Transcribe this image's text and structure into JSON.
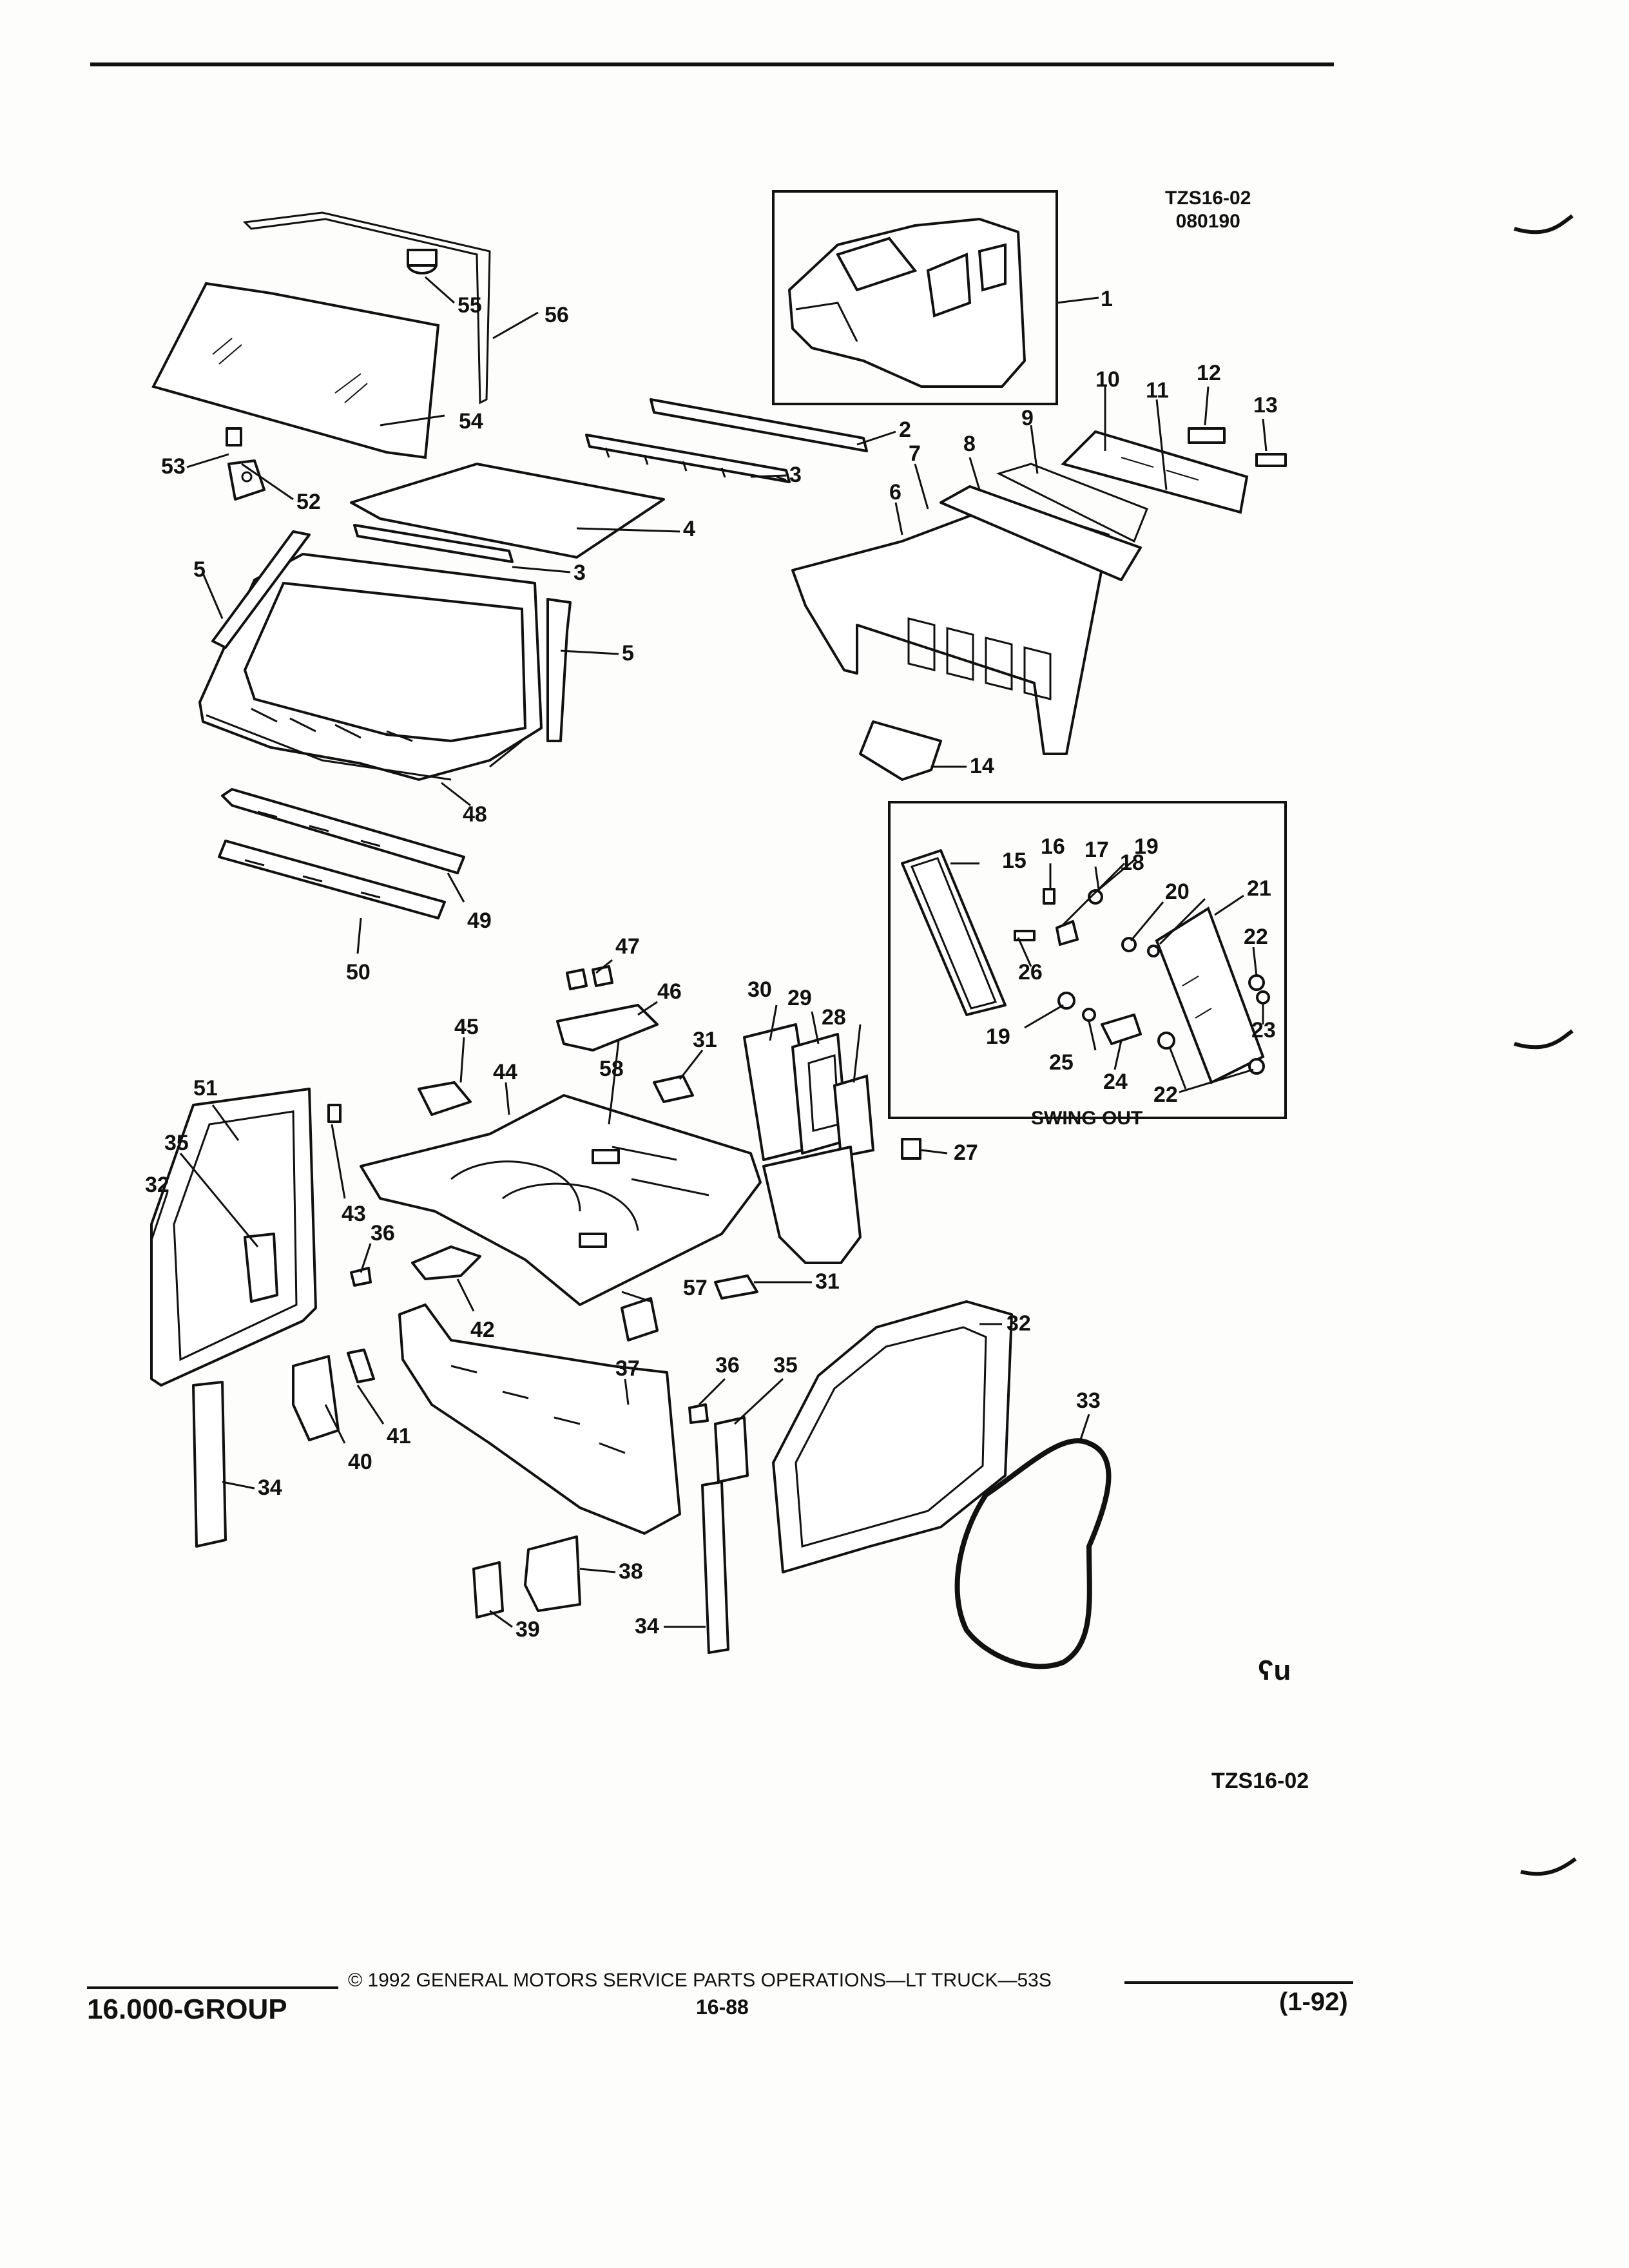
{
  "header": {
    "figure_code": "TZS16-02",
    "figure_date": "080190"
  },
  "callouts": {
    "c1": "1",
    "c2": "2",
    "c3a": "3",
    "c3b": "3",
    "c4": "4",
    "c5a": "5",
    "c5b": "5",
    "c6": "6",
    "c7": "7",
    "c8": "8",
    "c9": "9",
    "c10": "10",
    "c11": "11",
    "c12": "12",
    "c13": "13",
    "c14": "14",
    "c15": "15",
    "c16": "16",
    "c17": "17",
    "c18": "18",
    "c19a": "19",
    "c19b": "19",
    "c20": "20",
    "c21": "21",
    "c22a": "22",
    "c22b": "22",
    "c23": "23",
    "c24": "24",
    "c25": "25",
    "c26": "26",
    "c27": "27",
    "c28": "28",
    "c29": "29",
    "c30": "30",
    "c31a": "31",
    "c31b": "31",
    "c32a": "32",
    "c32b": "32",
    "c33": "33",
    "c34a": "34",
    "c34b": "34",
    "c35a": "35",
    "c35b": "35",
    "c36a": "36",
    "c36b": "36",
    "c37": "37",
    "c38": "38",
    "c39": "39",
    "c40": "40",
    "c41": "41",
    "c42": "42",
    "c43": "43",
    "c44": "44",
    "c45": "45",
    "c46": "46",
    "c47": "47",
    "c48": "48",
    "c49": "49",
    "c50": "50",
    "c51": "51",
    "c52": "52",
    "c53": "53",
    "c54": "54",
    "c55": "55",
    "c56": "56",
    "c57": "57",
    "c58": "58"
  },
  "inset": {
    "swing_out_label": "SWING OUT"
  },
  "bottom_code": "TZS16-02",
  "logo_mark": "ʕu",
  "footer": {
    "copyright": "© 1992 GENERAL MOTORS SERVICE PARTS OPERATIONS—LT TRUCK—53S",
    "page_number": "16-88",
    "group": "16.000-GROUP",
    "revision": "(1-92)"
  }
}
